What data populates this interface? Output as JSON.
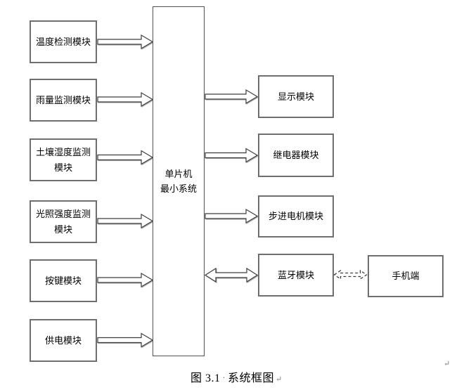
{
  "figure": {
    "caption": {
      "label": "图 3.1",
      "separator": "·",
      "title": "系统框图",
      "paragraph_mark": "↵"
    },
    "stray_paragraph_mark": "↵"
  },
  "nodes": {
    "mcu": {
      "lines": [
        "单片机",
        "最小系统"
      ]
    },
    "inputs": [
      {
        "id": "temperature",
        "label": "温度检测模块"
      },
      {
        "id": "rainfall",
        "label": "雨量监测模块"
      },
      {
        "id": "soil-moisture",
        "label": "土壤湿度监测模块"
      },
      {
        "id": "light-intensity",
        "label": "光照强度监测模块"
      },
      {
        "id": "keys",
        "label": "按键模块"
      },
      {
        "id": "power",
        "label": "供电模块"
      }
    ],
    "outputs": [
      {
        "id": "display",
        "label": "显示模块"
      },
      {
        "id": "relay",
        "label": "继电器模块"
      },
      {
        "id": "stepper-motor",
        "label": "步进电机模块"
      },
      {
        "id": "bluetooth",
        "label": "蓝牙模块"
      }
    ],
    "phone": {
      "label": "手机端"
    }
  },
  "edges": [
    {
      "from": "温度检测模块",
      "to": "单片机最小系统",
      "style": "solid-arrow"
    },
    {
      "from": "雨量监测模块",
      "to": "单片机最小系统",
      "style": "solid-arrow"
    },
    {
      "from": "土壤湿度监测模块",
      "to": "单片机最小系统",
      "style": "solid-arrow"
    },
    {
      "from": "光照强度监测模块",
      "to": "单片机最小系统",
      "style": "solid-arrow"
    },
    {
      "from": "按键模块",
      "to": "单片机最小系统",
      "style": "solid-arrow"
    },
    {
      "from": "供电模块",
      "to": "单片机最小系统",
      "style": "solid-arrow"
    },
    {
      "from": "单片机最小系统",
      "to": "显示模块",
      "style": "solid-arrow"
    },
    {
      "from": "单片机最小系统",
      "to": "继电器模块",
      "style": "solid-arrow"
    },
    {
      "from": "单片机最小系统",
      "to": "步进电机模块",
      "style": "solid-arrow"
    },
    {
      "from": "单片机最小系统",
      "to": "蓝牙模块",
      "style": "double-arrow"
    },
    {
      "from": "蓝牙模块",
      "to": "手机端",
      "style": "dashed-double-arrow"
    }
  ],
  "colors": {
    "background": "#ffffff",
    "box_border": "#6e6e6e",
    "arrow_outline": "#3d3d3d",
    "text": "#000000"
  }
}
